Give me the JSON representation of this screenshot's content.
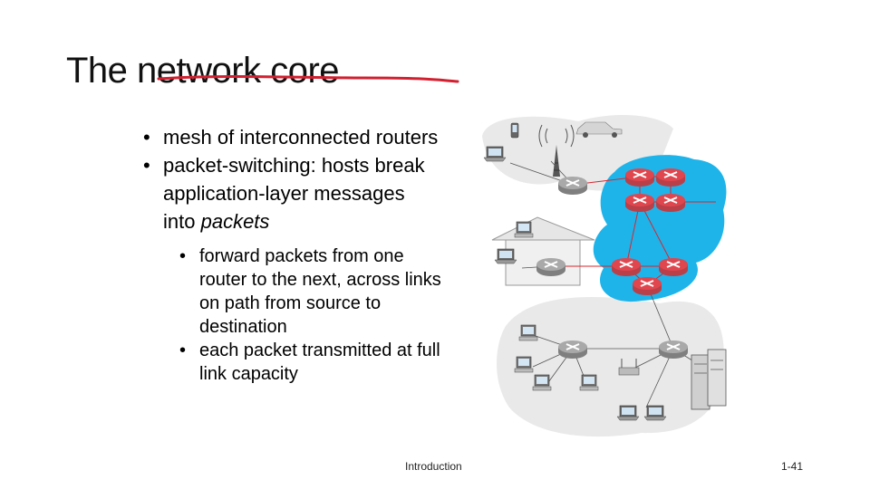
{
  "slide": {
    "title": "The network core",
    "bullets": [
      {
        "text": "mesh of interconnected routers"
      },
      {
        "text_plain": "packet-switching: hosts break application-layer messages into ",
        "text_em": "packets"
      }
    ],
    "sub_bullets": [
      "forward packets from one router to the next, across links on path from source to destination",
      "each packet transmitted at full link capacity"
    ],
    "bullet_glyph": "•",
    "footer_left": "Introduction",
    "footer_right": "1-41"
  },
  "colors": {
    "annotation_stroke": "#d22030",
    "core_cloud": "#1eb4ea",
    "edge_cloud": "#e9e9e9",
    "router_red": "#e0464e",
    "link_red": "#d7262f"
  },
  "icons": [
    "router-icon",
    "cell-tower-icon",
    "laptop-icon",
    "phone-icon",
    "car-icon",
    "house-icon",
    "server-icon",
    "wireless-access-point-icon"
  ]
}
